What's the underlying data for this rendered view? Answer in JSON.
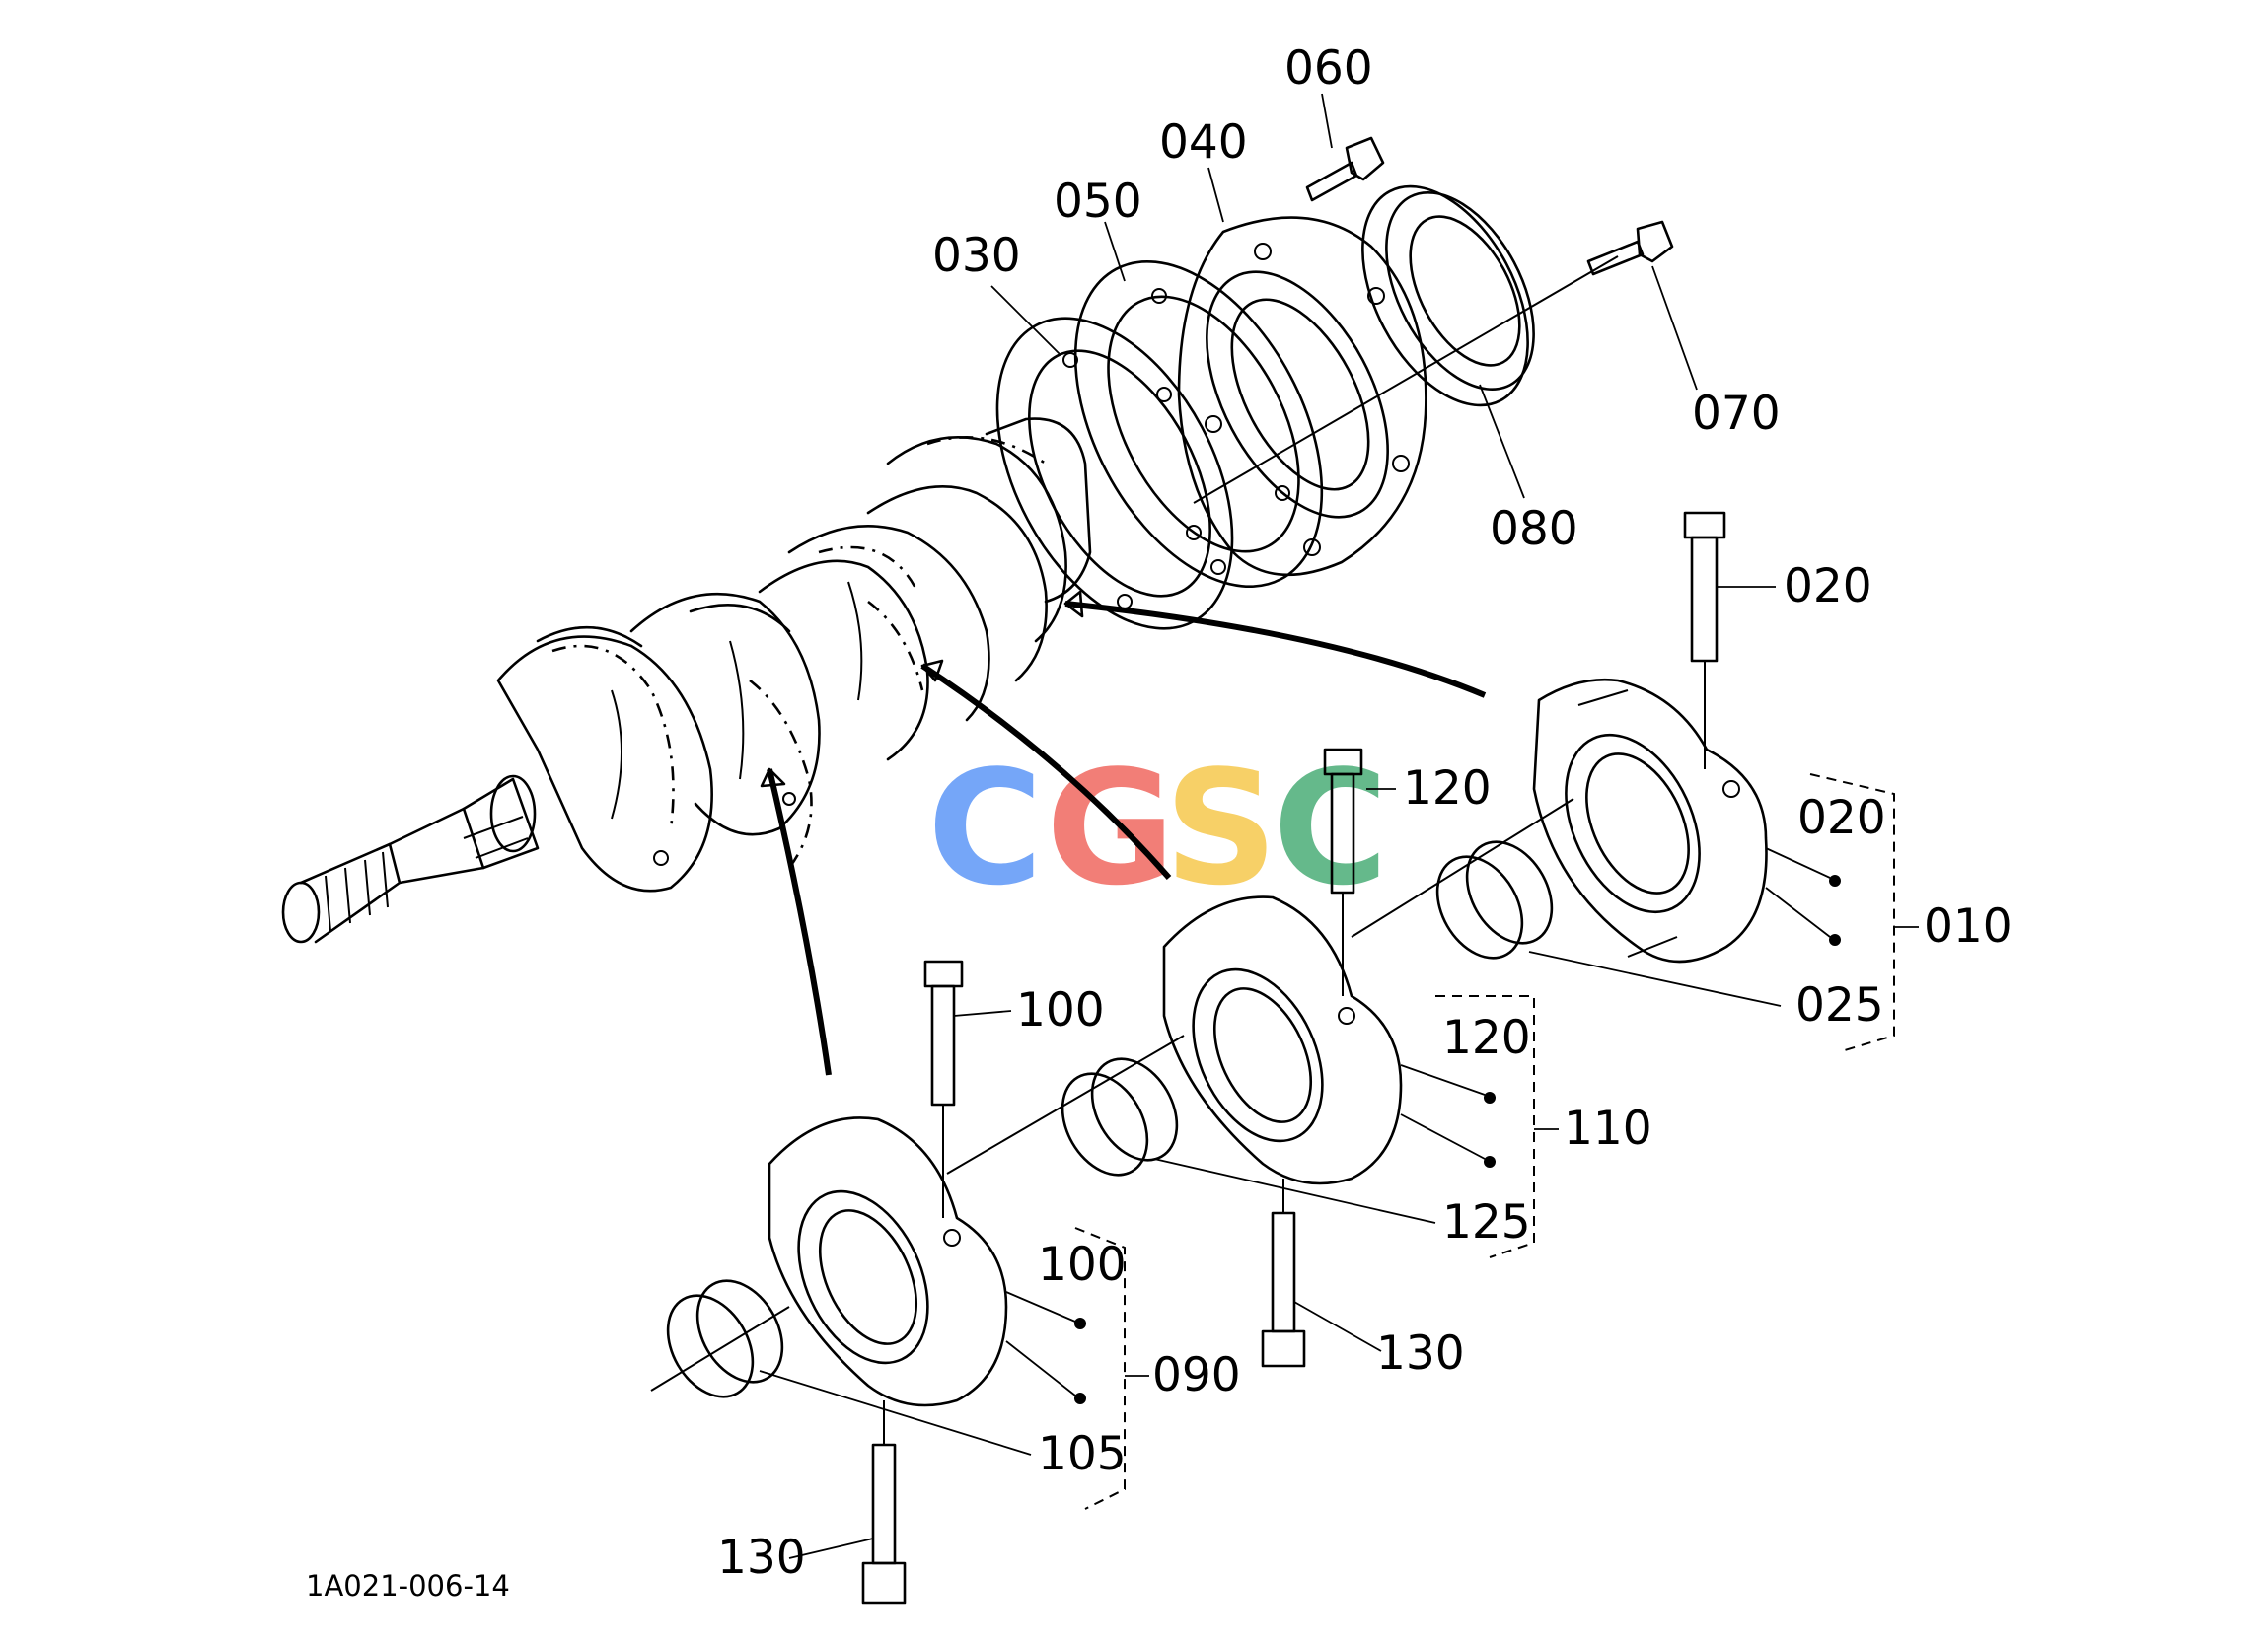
{
  "drawing_code": "1A021-006-14",
  "watermark": {
    "letters": [
      "C",
      "G",
      "S",
      "C"
    ],
    "colors": [
      "#4f8ef7",
      "#ef5b52",
      "#f6c33d",
      "#3aa66b"
    ]
  },
  "callouts": [
    {
      "id": "060",
      "text": "060"
    },
    {
      "id": "040",
      "text": "040"
    },
    {
      "id": "050",
      "text": "050"
    },
    {
      "id": "030",
      "text": "030"
    },
    {
      "id": "070",
      "text": "070"
    },
    {
      "id": "080",
      "text": "080"
    },
    {
      "id": "020a",
      "text": "020"
    },
    {
      "id": "120a",
      "text": "120"
    },
    {
      "id": "020b",
      "text": "020"
    },
    {
      "id": "010",
      "text": "010"
    },
    {
      "id": "025",
      "text": "025"
    },
    {
      "id": "100a",
      "text": "100"
    },
    {
      "id": "120b",
      "text": "120"
    },
    {
      "id": "110",
      "text": "110"
    },
    {
      "id": "125",
      "text": "125"
    },
    {
      "id": "100b",
      "text": "100"
    },
    {
      "id": "130a",
      "text": "130"
    },
    {
      "id": "090",
      "text": "090"
    },
    {
      "id": "105",
      "text": "105"
    },
    {
      "id": "130b",
      "text": "130"
    }
  ]
}
